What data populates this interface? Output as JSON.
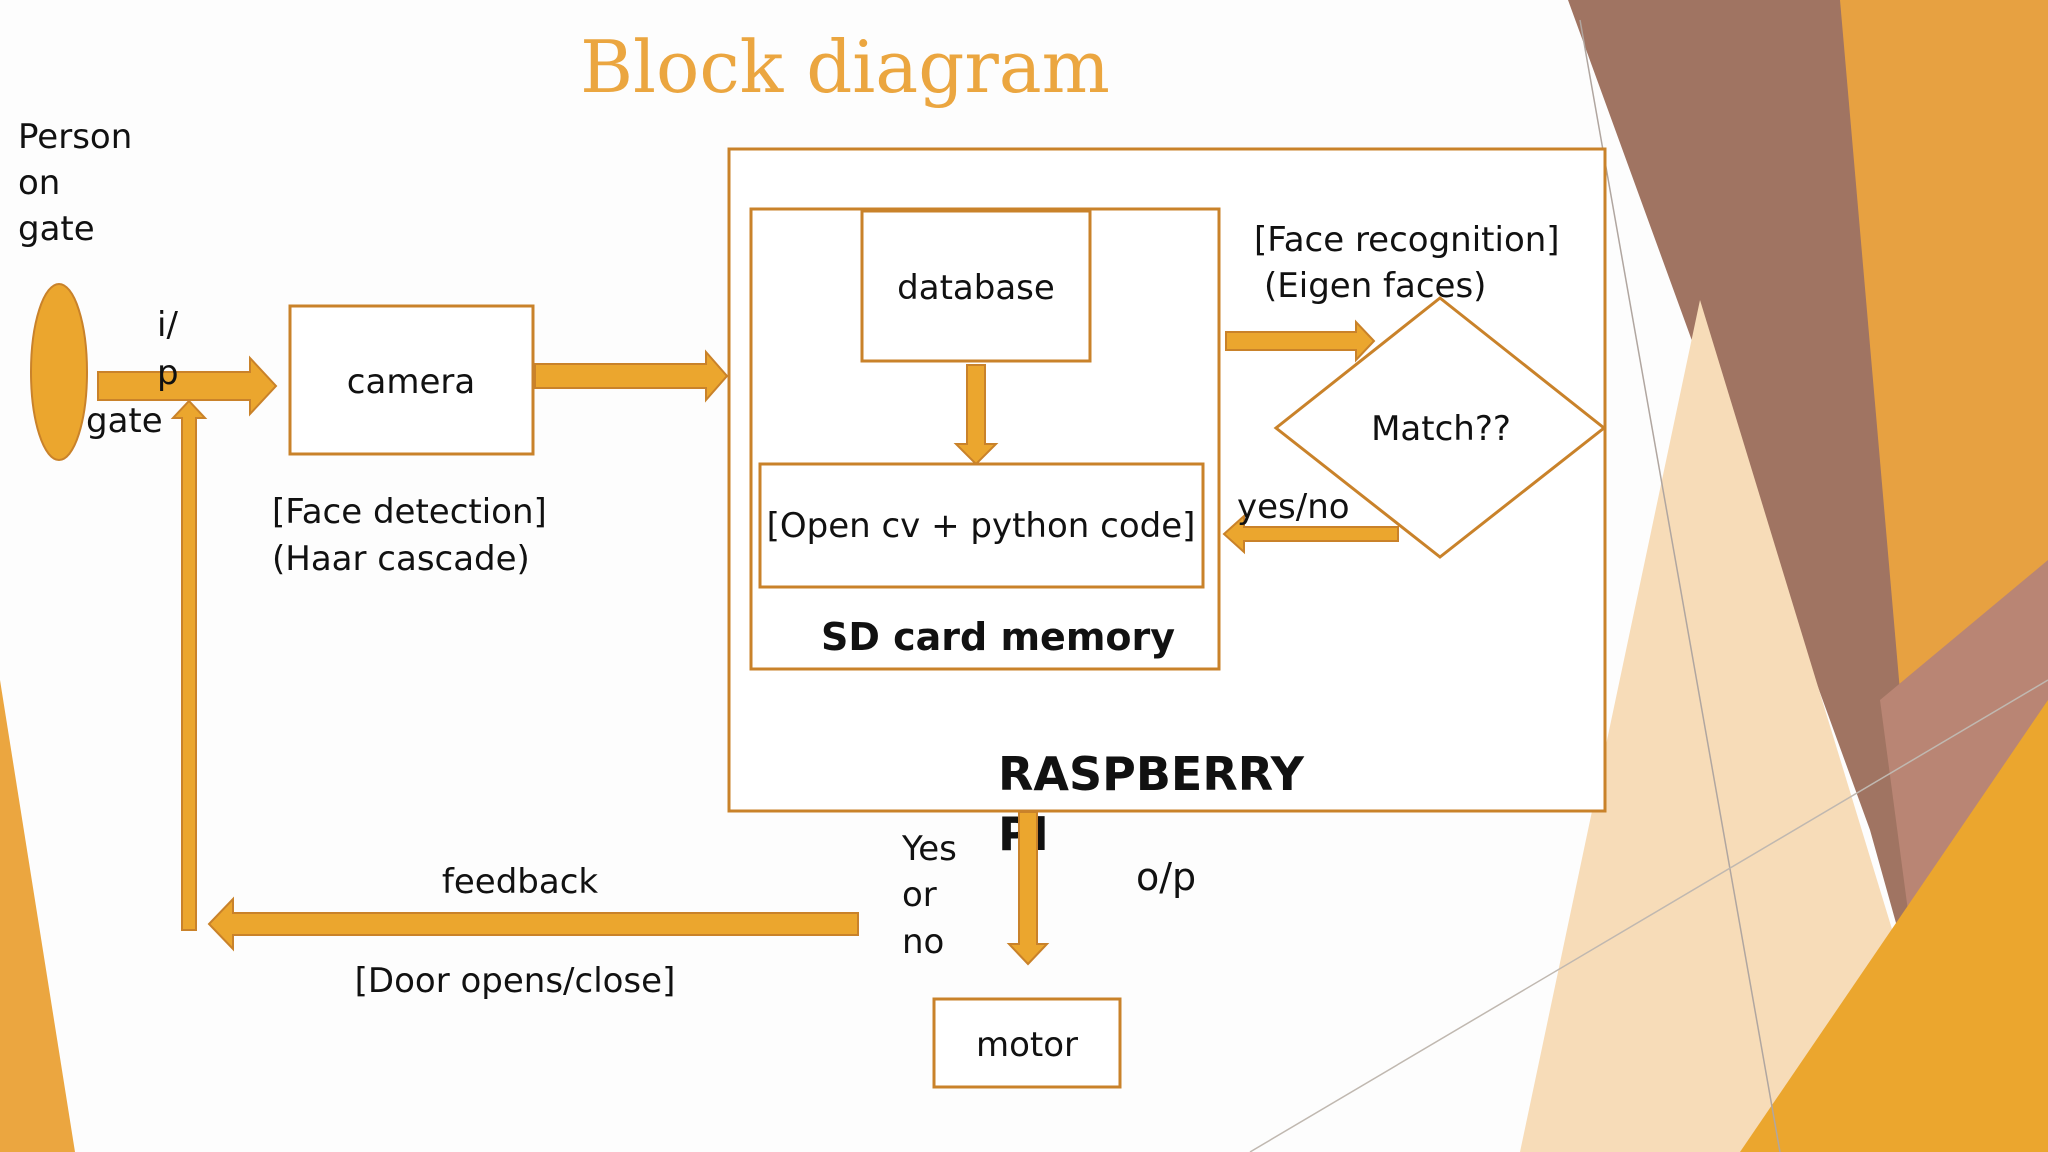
{
  "slide": {
    "title": "Block diagram",
    "colors": {
      "accent": "#eba52e",
      "border": "#c9822a",
      "title": "#eba640",
      "text": "#111111",
      "background": "#fdfdfd"
    }
  },
  "diagram": {
    "input": {
      "person_line1": "Person",
      "person_line2": "on",
      "person_line3": "gate",
      "ip_line1": "i/",
      "ip_line2": "p",
      "gate": "gate"
    },
    "camera": {
      "label": "camera",
      "note_line1": "[Face detection]",
      "note_line2": "(Haar cascade)"
    },
    "raspberry_pi": {
      "label_line1": "RASPBERRY",
      "label_line2": "PI",
      "sd_card": {
        "label": "SD card memory",
        "database": "database",
        "code": "[Open cv + python code]"
      }
    },
    "recognition": {
      "note_line1": "[Face recognition]",
      "note_line2": "(Eigen faces)",
      "decision": "Match??",
      "return_label": "yes/no"
    },
    "output": {
      "yes_line1": "Yes",
      "yes_line2": "or",
      "yes_line3": "no",
      "op_label": "o/p",
      "motor": "motor"
    },
    "feedback": {
      "label": "feedback",
      "note": "[Door opens/close]"
    }
  }
}
